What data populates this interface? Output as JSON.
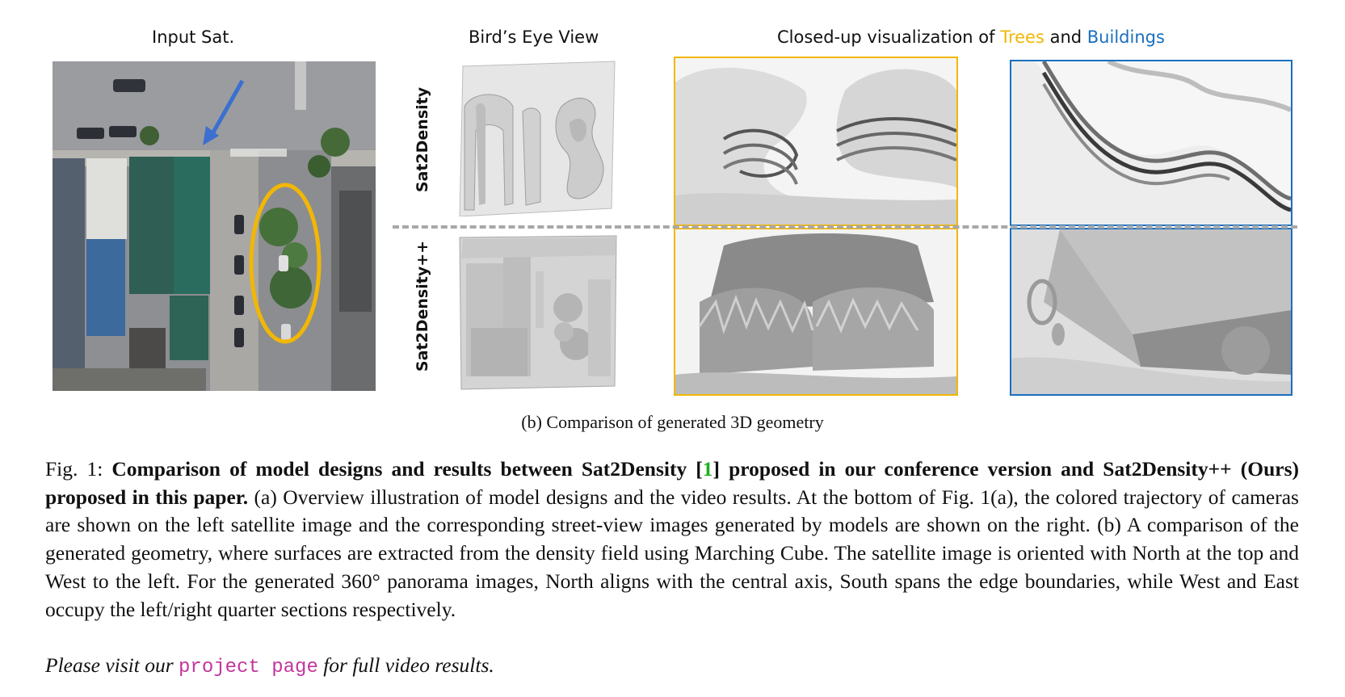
{
  "headers": {
    "input_sat": "Input Sat.",
    "birds_eye": "Bird’s Eye View",
    "closed_up_prefix": "Closed-up visualization of ",
    "trees": "Trees",
    "and": " and ",
    "buildings": "Buildings"
  },
  "row_labels": {
    "top": "Sat2Density",
    "bottom": "Sat2Density++"
  },
  "subcaption": "(b) Comparison of generated 3D geometry",
  "caption": {
    "fig_label": "Fig. 1: ",
    "bold_part1": "Comparison of model designs and results between Sat2Density [",
    "cite": "1",
    "bold_part2": "] proposed in our conference version and Sat2Density++ (Ours) proposed in this paper.",
    "body": " (a) Overview illustration of model designs and the video results. At the bottom of Fig. 1(a), the colored trajectory of cameras are shown on the left satellite image and the corresponding street-view images generated by models are shown on the right. (b) A comparison of the generated geometry, where surfaces are extracted from the density field using Marching Cube. The satellite image is oriented with North at the top and West to the left. For the generated 360° panorama images, North aligns with the central axis, South spans the edge boundaries, while West and East occupy the left/right quarter sections respectively.",
    "visit_prefix": "Please visit our ",
    "project_link": "project page",
    "visit_suffix": " for full video results."
  },
  "colors": {
    "trees": "#f2b705",
    "buildings": "#1a6fc0",
    "link": "#c2369c",
    "cite": "#1db01d"
  }
}
